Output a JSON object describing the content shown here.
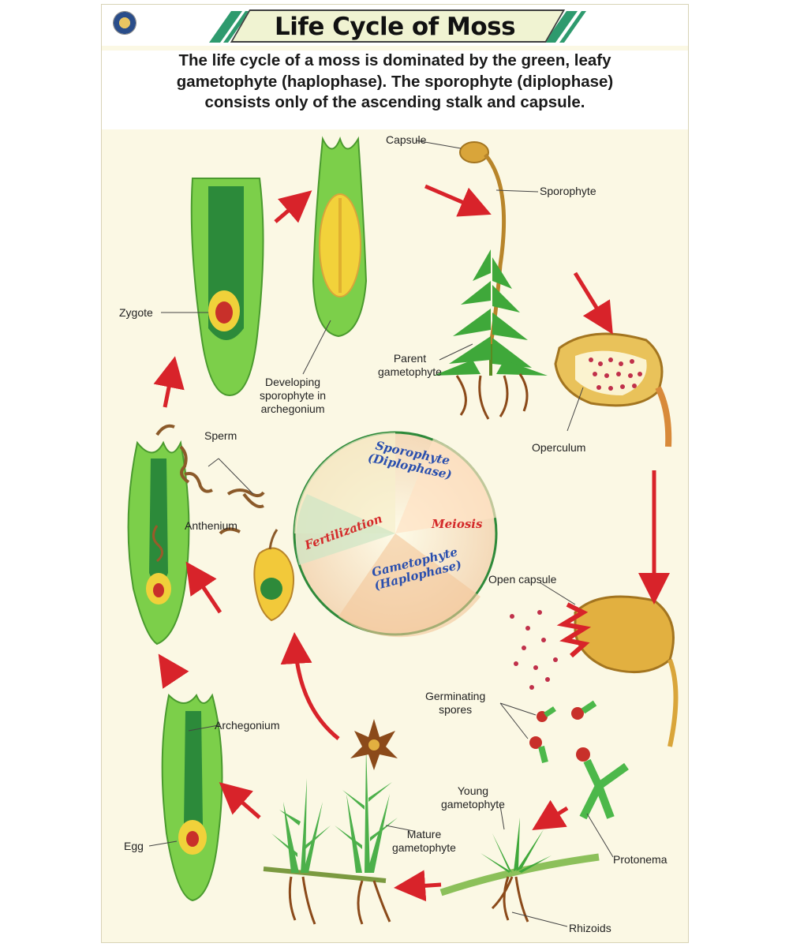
{
  "header": {
    "title": "Life Cycle of Moss"
  },
  "intro": {
    "line1": "The life cycle of a moss is dominated by the green, leafy",
    "line2": "gametophyte (haplophase). The sporophyte (diplophase)",
    "line3": "consists only of the ascending stalk and capsule."
  },
  "labels": {
    "capsule": "Capsule",
    "sporophyte": "Sporophyte",
    "zygote": "Zygote",
    "developing_1": "Developing",
    "developing_2": "sporophyte in",
    "developing_3": "archegonium",
    "parent_1": "Parent",
    "parent_2": "gametophyte",
    "operculum": "Operculum",
    "sperm": "Sperm",
    "antheridium": "Anthenium",
    "open_capsule": "Open capsule",
    "germinating_1": "Germinating",
    "germinating_2": "spores",
    "archegonium": "Archegonium",
    "egg": "Egg",
    "young_1": "Young",
    "young_2": "gametophyte",
    "mature_1": "Mature",
    "mature_2": "gametophyte",
    "protonema": "Protonema",
    "rhizoids": "Rhizoids"
  },
  "center_circle": {
    "sporophyte_1": "Sporophyte",
    "sporophyte_2": "(Diplophase)",
    "meiosis": "Meiosis",
    "fertilization": "Fertilization",
    "gametophyte_1": "Gametophyte",
    "gametophyte_2": "(Haplophase)"
  },
  "colors": {
    "arrow": "#d8232a",
    "leaf_green": "#3fa83a",
    "cell_green": "#7ccf4a",
    "capsule_gold": "#d9a53a",
    "circle_text_blue": "#2a4fae",
    "circle_text_red": "#d42a2a",
    "stripe_green": "#2e9a6e"
  }
}
